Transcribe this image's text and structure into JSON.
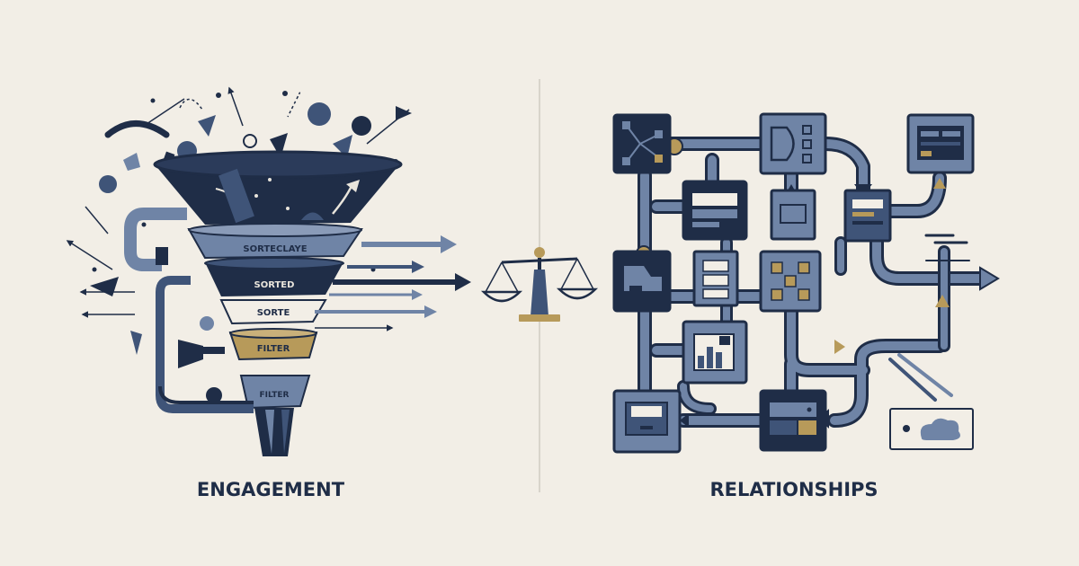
{
  "left_panel": {
    "caption": "ENGAGEMENT",
    "funnel_layers": [
      "SORTECLAYE",
      "SORTED",
      "SORTE",
      "FILTER",
      "FILTER"
    ]
  },
  "center": {
    "icon": "balance-scale-icon"
  },
  "right_panel": {
    "caption": "RELATIONSHIPS",
    "node_icons": [
      "network-graph-icon",
      "logic-gate-icon",
      "window-panel-icon",
      "form-panel-icon",
      "drawer-icon",
      "panel-icon",
      "image-frame-icon",
      "server-rack-icon",
      "grid-blocks-icon",
      "folder-chart-icon",
      "inbox-tray-icon",
      "database-icon",
      "cloud-icon"
    ]
  },
  "colors": {
    "background": "#f2eee6",
    "navy": "#1f2d47",
    "slate": "#3f5478",
    "steel": "#6f84a6",
    "gold": "#b79a5a",
    "divider": "#cfcbc2"
  }
}
